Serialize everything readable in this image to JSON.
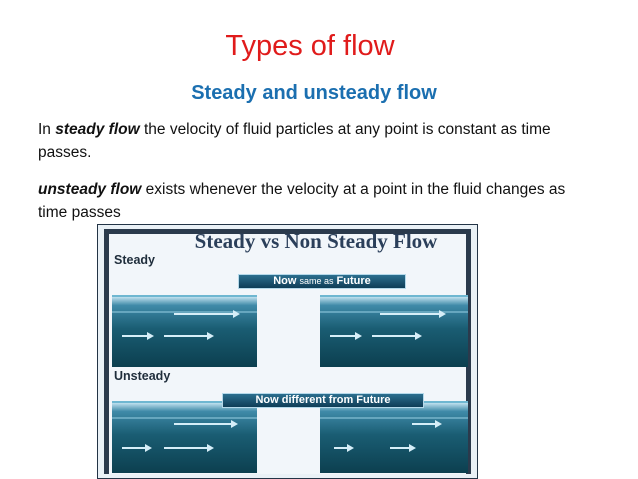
{
  "slide": {
    "title": "Types of flow",
    "subtitle": "Steady and unsteady flow",
    "para1": {
      "pre": "In ",
      "term": "steady flow",
      "post": " the velocity of fluid particles at any point is constant as time passes."
    },
    "para2": {
      "term": "unsteady flow",
      "post": "  exists whenever the velocity at a point in the fluid changes as time passes"
    }
  },
  "figure": {
    "title": "Steady vs Non Steady Flow",
    "steady_label": "Steady",
    "unsteady_label": "Unsteady",
    "steady_banner": {
      "a": "Now ",
      "b": "same as",
      "c": " Future"
    },
    "unsteady_banner": "Now different from Future",
    "colors": {
      "water_dark": "#0c3f4f",
      "water_light": "#3f8aa8",
      "frame": "#2b3a4c",
      "title": "#2b3f5a"
    }
  }
}
